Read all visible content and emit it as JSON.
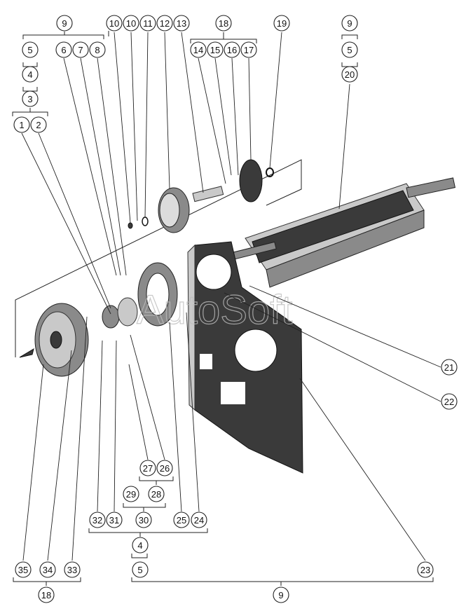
{
  "watermark": "AutoSoft",
  "callouts": {
    "c9a": "9",
    "c5a": "5",
    "c4a": "4",
    "c3a": "3",
    "c1": "1",
    "c2": "2",
    "c6": "6",
    "c7": "7",
    "c8": "8",
    "c10a": "10",
    "c10b": "10",
    "c11": "11",
    "c12": "12",
    "c13": "13",
    "c18a": "18",
    "c14": "14",
    "c15": "15",
    "c16": "16",
    "c17": "17",
    "c19": "19",
    "c9b": "9",
    "c5b": "5",
    "c20": "20",
    "c21": "21",
    "c22": "22",
    "c23": "23",
    "c27": "27",
    "c26": "26",
    "c28": "28",
    "c29": "29",
    "c30": "30",
    "c32": "32",
    "c31": "31",
    "c25": "25",
    "c24": "24",
    "c4b": "4",
    "c5c": "5",
    "c35": "35",
    "c34": "34",
    "c33": "33",
    "c18b": "18",
    "c9c": "9"
  }
}
